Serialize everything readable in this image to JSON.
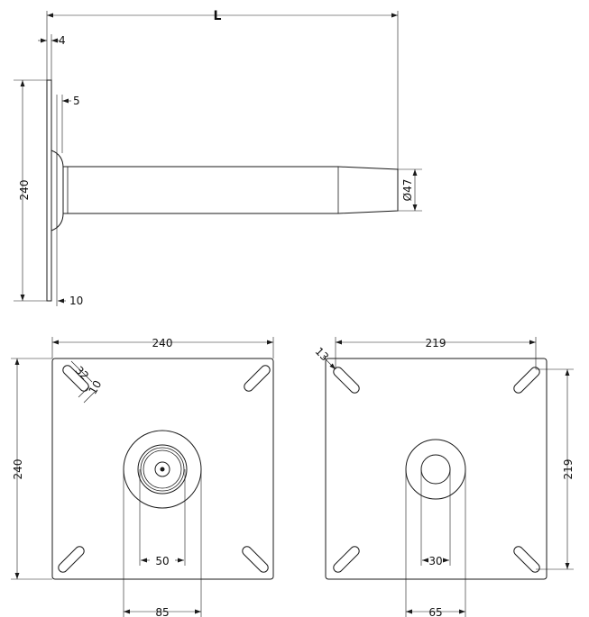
{
  "dimensions": {
    "length": "L",
    "plate_thickness": "4",
    "weld_offset": "5",
    "plate_height": "240",
    "bottom_offset": "10",
    "tube_diameter": "Ø47",
    "plate_width_front": "240",
    "slot_length": "32",
    "slot_width": "10",
    "plate_height_front": "240",
    "inner_ring": "50",
    "outer_ring": "85",
    "hole_span_width": "219",
    "hole_span_height": "219",
    "slot_width_back": "13",
    "bore": "30",
    "boss": "65"
  }
}
